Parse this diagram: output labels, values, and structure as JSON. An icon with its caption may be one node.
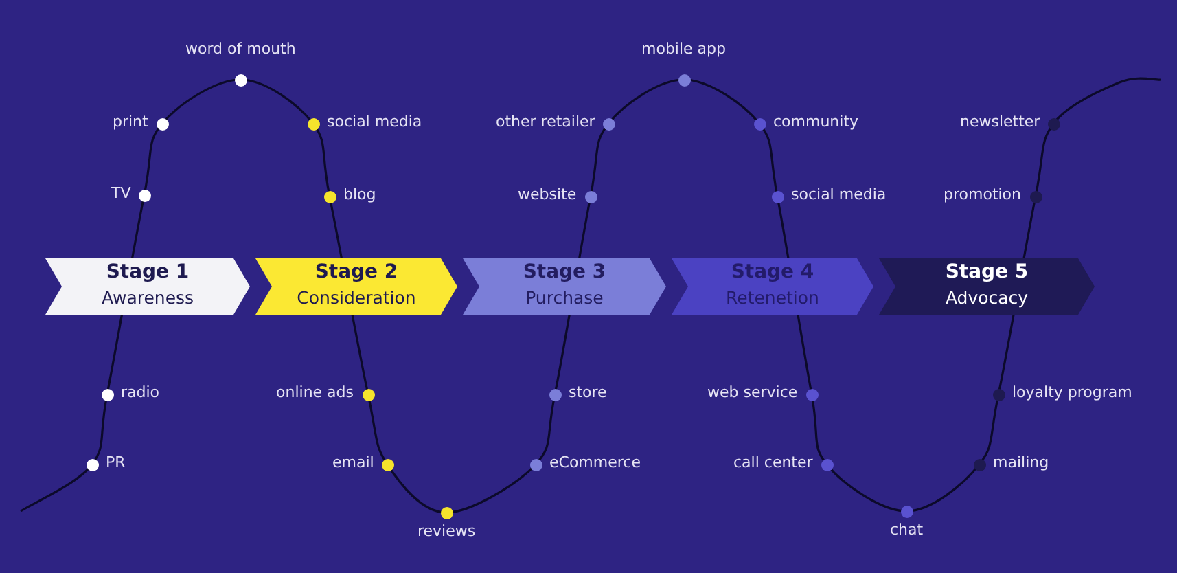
{
  "diagram": {
    "nodes": [
      {
        "text": [
          "Stage 1",
          "Awareness"
        ]
      },
      {
        "text": [
          "Stage 2",
          "Consideration"
        ]
      },
      {
        "text": [
          "Stage 3",
          "Purchase"
        ]
      },
      {
        "text": [
          "Stage 4",
          "Retenetion"
        ]
      },
      {
        "text": [
          "Stage 5",
          "Advocacy"
        ]
      }
    ],
    "labels": [
      "word of mouth",
      "mobile app",
      "print",
      "social media",
      "other retailer",
      "community",
      "newsletter",
      "TV",
      "blog",
      "website",
      "social media",
      "promotion",
      "radio",
      "online ads",
      "store",
      "web service",
      "loyalty program",
      "PR",
      "email",
      "eCommerce",
      "call center",
      "mailing",
      "reviews",
      "chat"
    ]
  }
}
